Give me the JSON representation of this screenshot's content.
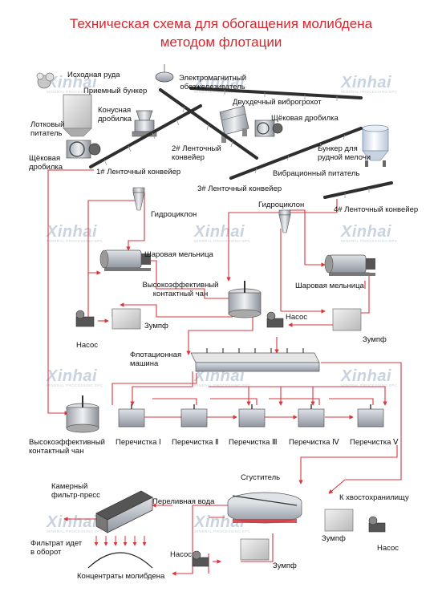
{
  "title": {
    "line1": "Техническая схема для обогащения молибдена",
    "line2": "методом флотации"
  },
  "watermark": {
    "brand": "Xinhai",
    "tagline": "MINERAL PROCESSING EPC"
  },
  "labels": {
    "ore": "Исходная руда",
    "magnet": "Электромагнитный",
    "magnet2": "обезжелезиватель",
    "bunker": "Приемный бункер",
    "cone1": "Конусная",
    "cone2": "дробилка",
    "screen": "Двухдечный виброгрохот",
    "jaw_right": "Щёковая дробилка",
    "tray1": "Лотковый",
    "tray2": "питатель",
    "jaw_left1": "Щёковая",
    "jaw_left2": "дробилка",
    "conv2_1": "2# Ленточный",
    "conv2_2": "конвейер",
    "conv1": "1# Ленточный конвейер",
    "fine_bin1": "Бункер для",
    "fine_bin2": "рудной мелочи",
    "vib_feeder": "Вибрационный питатель",
    "conv3": "3# Ленточный конвейер",
    "conv4": "4# Ленточный конвейер",
    "hydro_left": "Гидроциклон",
    "hydro_right": "Гидроциклон",
    "mill_left": "Шаровая мельница",
    "mill_right": "Шаровая мельница",
    "agit_top1": "Высокоэффективный",
    "agit_top2": "контактный чан",
    "pump_mid": "Насос",
    "sump_left": "Зумпф",
    "pump_left": "Насос",
    "sump_right": "Зумпф",
    "flot1": "Флотационная",
    "flot2": "машина",
    "agit_bot1": "Высокоэффективный",
    "agit_bot2": "контактный чан",
    "clean1": "Перечистка Ⅰ",
    "clean2": "Перечистка Ⅱ",
    "clean3": "Перечистка Ⅲ",
    "clean4": "Перечистка Ⅳ",
    "clean5": "Перечистка Ⅴ",
    "thickener": "Сгуститель",
    "filter1": "Камерный",
    "filter2": "фильтр-пресс",
    "overflow": "Переливная вода",
    "tailings": "К хвостохранилищу",
    "filtrate1": "Фильтрат идет",
    "filtrate2": "в оборот",
    "pump_bot": "Насос",
    "sump_bot_right": "Зумпф",
    "pump_bot_right": "Насос",
    "sump_bot": "Зумпф",
    "concentrate": "Концентраты молибдена"
  }
}
